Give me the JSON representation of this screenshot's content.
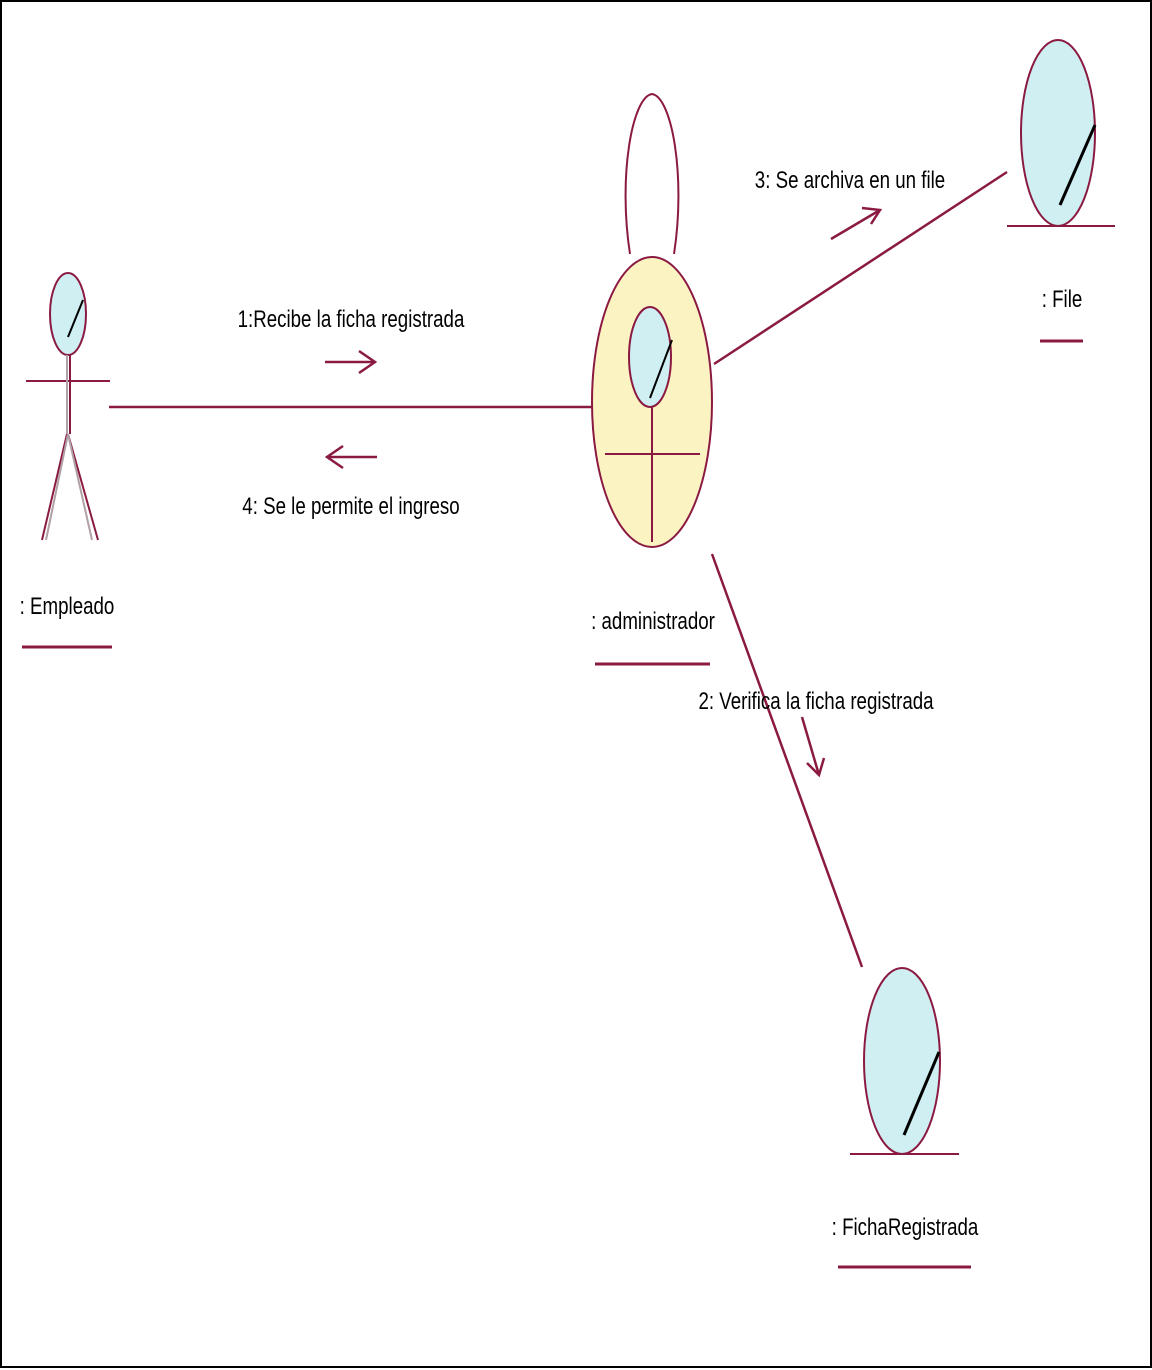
{
  "diagram": {
    "type": "UML collaboration diagram",
    "objects": {
      "empleado": {
        "label": ": Empleado",
        "kind": "actor"
      },
      "administrador": {
        "label": ": administrador",
        "kind": "control"
      },
      "file": {
        "label": ": File",
        "kind": "entity"
      },
      "ficha": {
        "label": ": FichaRegistrada",
        "kind": "entity"
      }
    },
    "messages": {
      "m1": {
        "label": "1:Recibe la ficha registrada",
        "from": "empleado",
        "to": "administrador"
      },
      "m2": {
        "label": "2: Verifica la ficha registrada",
        "from": "administrador",
        "to": "ficha"
      },
      "m3": {
        "label": "3: Se archiva en un file",
        "from": "administrador",
        "to": "file"
      },
      "m4": {
        "label": "4: Se le permite el ingreso",
        "from": "administrador",
        "to": "empleado"
      }
    }
  },
  "colors": {
    "line": "#8b1a42",
    "entity_fill": "#cfeff2",
    "control_fill": "#fbf3c2",
    "frame": "#000000"
  }
}
